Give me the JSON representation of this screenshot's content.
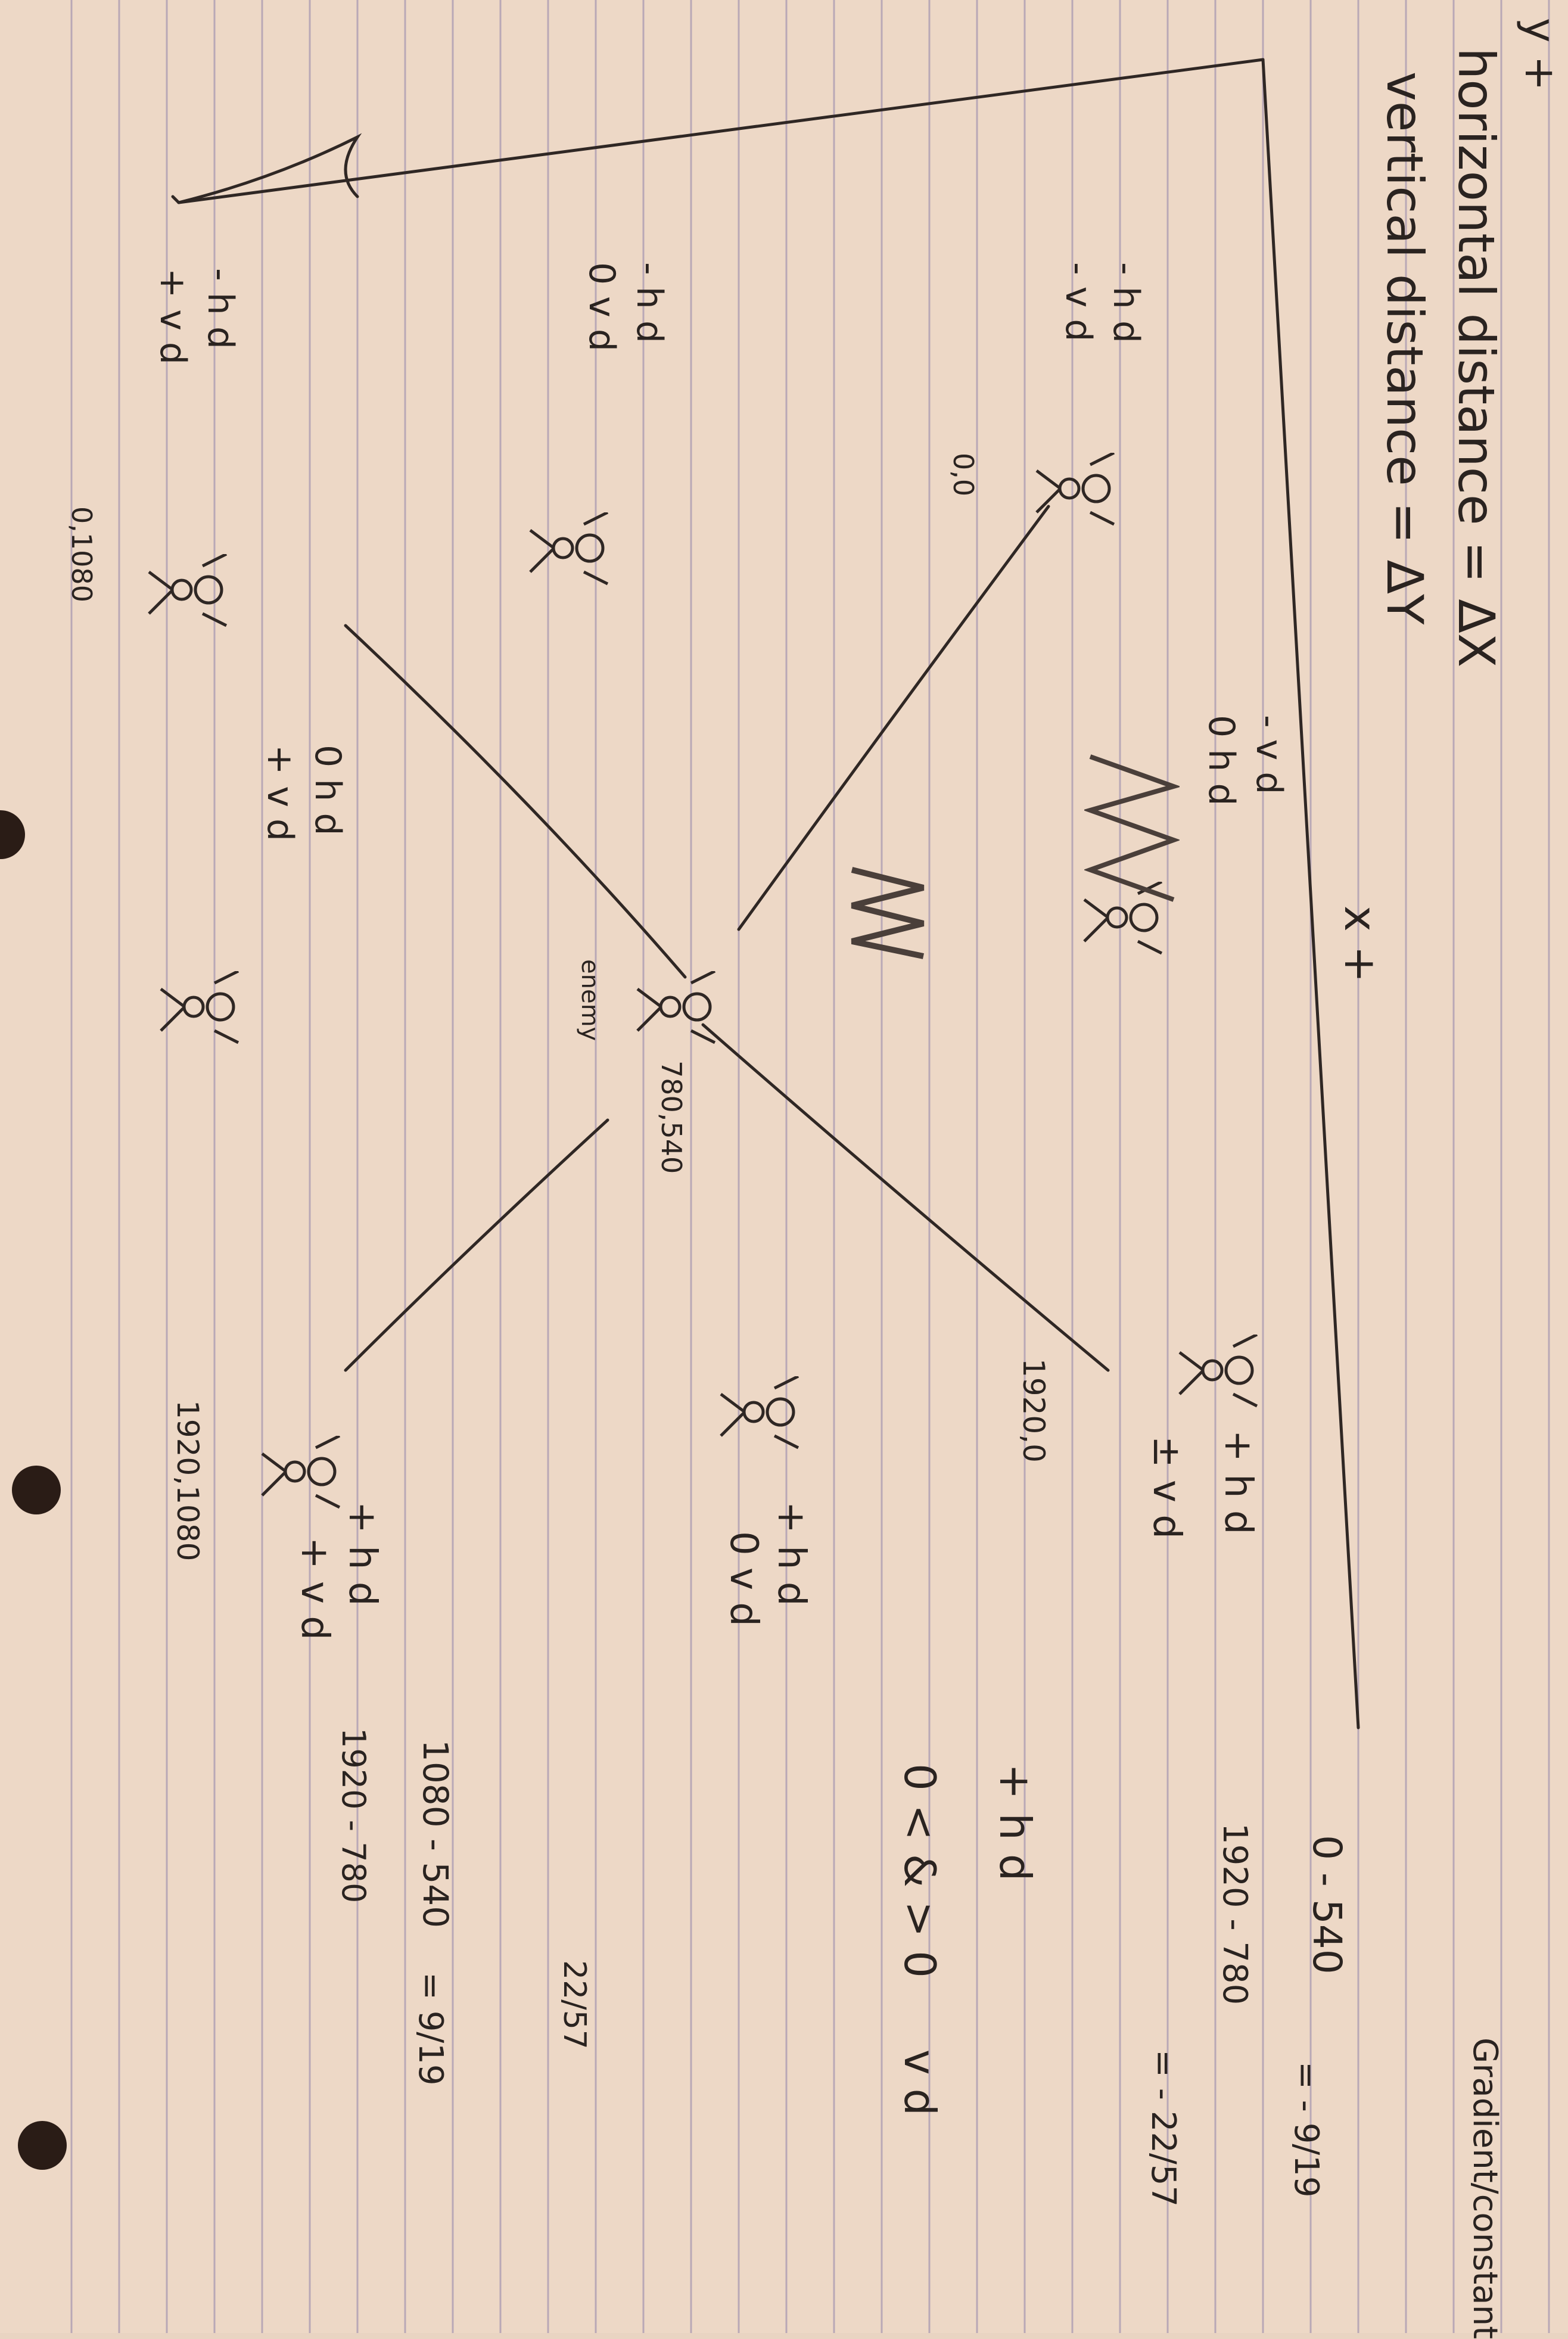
{
  "notes": {
    "horizontal": "horizontal distance = ΔX",
    "vertical": "vertical distance = ΔY",
    "gradient": "Gradient/constant",
    "x_axis": "x +",
    "y_axis": "y +",
    "enemy": "enemy"
  },
  "coords": {
    "origin": "0,0",
    "bottom_left": "0,1080",
    "enemy": "780,540",
    "top_right": "1920,0",
    "bottom_right": "1920,1080"
  },
  "regions": {
    "top_left_h": "- h d",
    "top_left_v": "- v d",
    "left_h": "- h d",
    "left_v": "0 v d",
    "bottom_left_h": "- h d",
    "bottom_left_v": "+ v d",
    "top_h": "0 h d",
    "top_v": "- v d",
    "bottom_h": "0 h d",
    "bottom_v": "+ v d",
    "top_right_h": "+ h d",
    "top_right_v": "± v d",
    "right_h": "+ h d",
    "right_v": "0 v d",
    "bottom_right_h": "+ h d",
    "bottom_right_v": "+ v d"
  },
  "math": {
    "num1": "0 - 540",
    "den1": "1920 - 780",
    "res1": "= - 9/19",
    "res1b": "= - 22/57",
    "num2": "1080 - 540",
    "den2": "1920 - 780",
    "res2": "= 9/19",
    "res2b": "22/57",
    "cond_h": "+ h d",
    "cond": "0 < & > 0",
    "cond_v": "v d"
  }
}
